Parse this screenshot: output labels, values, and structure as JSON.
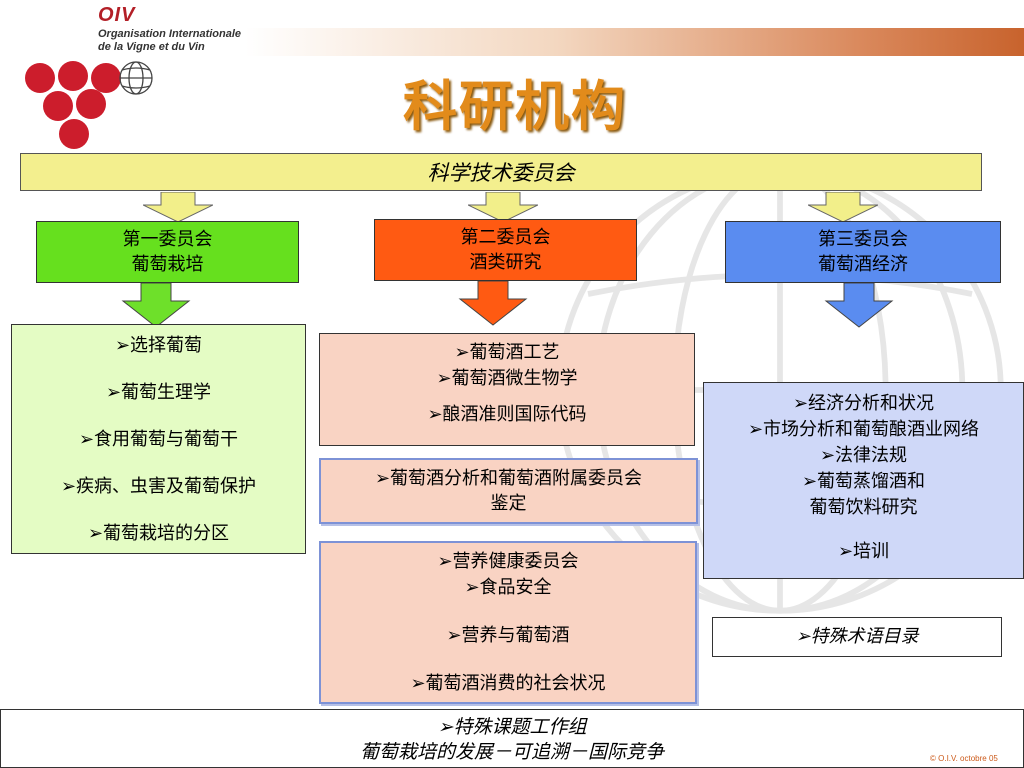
{
  "header": {
    "org_mark": "OIV",
    "org_line1": "Organisation Internationale",
    "org_line2": "de la Vigne et du Vin",
    "title": "科研机构"
  },
  "colors": {
    "title": "#e28b1b",
    "committee_bar": "#f3ef8e",
    "commission1": "#66e01e",
    "commission2": "#ff5a12",
    "commission3": "#5a8cf0",
    "box1": "#e4fcc4",
    "box2": "#f9d3c3",
    "box3": "#cfd8f8",
    "logo_red": "#cc1d2c"
  },
  "icons": {
    "logo": "grape-globe-logo",
    "bullet": "arrowhead-bullet"
  },
  "top_committee": "科学技术委员会",
  "commissions": [
    {
      "line1": "第一委员会",
      "line2": "葡萄栽培"
    },
    {
      "line1": "第二委员会",
      "line2": "酒类研究"
    },
    {
      "line1": "第三委员会",
      "line2": "葡萄酒经济"
    }
  ],
  "bullet": "➢",
  "viticulture_items": [
    "选择葡萄",
    "葡萄生理学",
    "食用葡萄与葡萄干",
    "疾病、虫害及葡萄保护",
    "葡萄栽培的分区"
  ],
  "oenology_items": [
    "葡萄酒工艺",
    "葡萄酒微生物学",
    "酿酒准则国际代码"
  ],
  "analysis_box": {
    "line1": "葡萄酒分析和葡萄酒附属委员会",
    "line2": "鉴定"
  },
  "nutrition_items": [
    "营养健康委员会",
    "食品安全",
    "营养与葡萄酒",
    "葡萄酒消费的社会状况"
  ],
  "economy_items": [
    "经济分析和状况",
    "市场分析和葡萄酿酒业网络",
    "法律法规",
    "葡萄蒸馏酒和"
  ],
  "economy_item4_cont": "葡萄饮料研究",
  "economy_item5": "培训",
  "terminology": "特殊术语目录",
  "bottom": {
    "line1": "特殊课题工作组",
    "line2": "葡萄栽培的发展－可追溯－国际竞争"
  },
  "copyright": "© O.I.V. octobre 05"
}
